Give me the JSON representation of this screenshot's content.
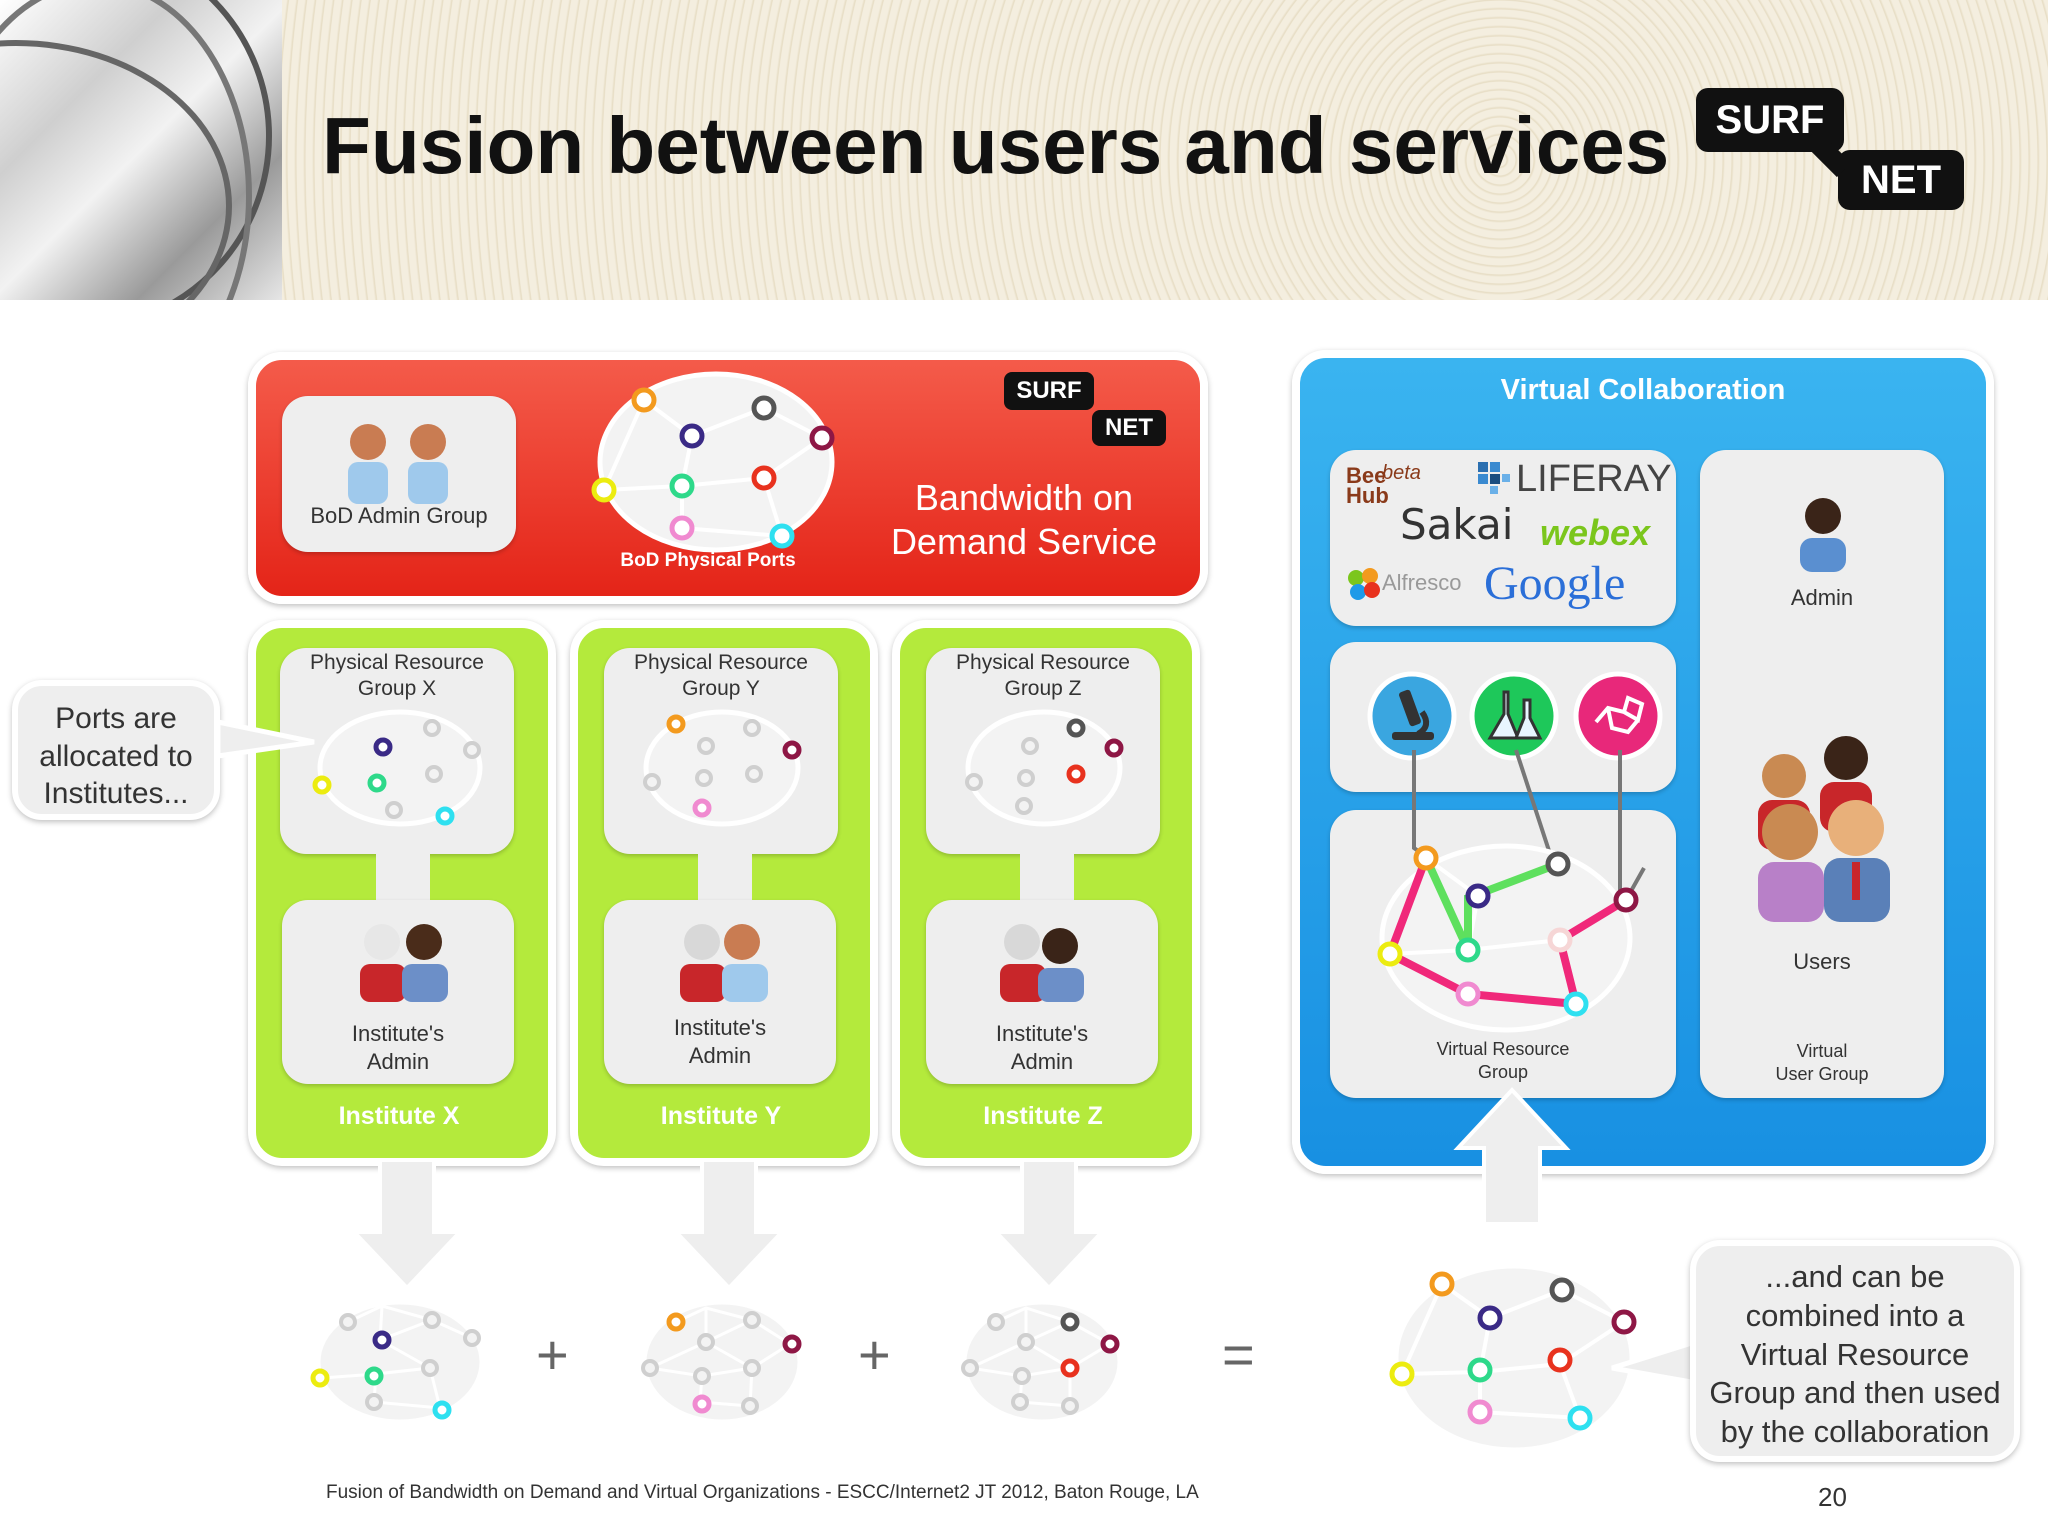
{
  "slide": {
    "title": "Fusion between users and services",
    "footer": "Fusion of Bandwidth on Demand and Virtual Organizations - ESCC/Internet2 JT 2012, Baton Rouge, LA",
    "page_number": "20"
  },
  "logo": {
    "top": "SURF",
    "bottom": "NET"
  },
  "bod": {
    "admin_group": "BoD Admin Group",
    "physical_ports": "BoD Physical Ports",
    "service_line1": "Bandwidth on",
    "service_line2": "Demand Service",
    "color": "#f2322a"
  },
  "institutes": [
    {
      "group_line1": "Physical Resource",
      "group_line2": "Group X",
      "admin_line1": "Institute's",
      "admin_line2": "Admin",
      "name": "Institute X"
    },
    {
      "group_line1": "Physical Resource",
      "group_line2": "Group Y",
      "admin_line1": "Institute's",
      "admin_line2": "Admin",
      "name": "Institute Y"
    },
    {
      "group_line1": "Physical Resource",
      "group_line2": "Group Z",
      "admin_line1": "Institute's",
      "admin_line2": "Admin",
      "name": "Institute Z"
    }
  ],
  "callout_left": {
    "line1": "Ports are",
    "line2": "allocated to",
    "line3": "Institutes..."
  },
  "callout_right": {
    "line1": "...and can be",
    "line2": "combined into a",
    "line3": "Virtual Resource",
    "line4": "Group and then used",
    "line5": "by the collaboration"
  },
  "virtual": {
    "title": "Virtual Collaboration",
    "apps": {
      "beehub": "Bee Hub",
      "beta": "beta",
      "liferay": "LIFERAY",
      "sakai": "Sakai",
      "webex": "webex",
      "alfresco": "Alfresco",
      "google": "Google"
    },
    "resource_group_line1": "Virtual Resource",
    "resource_group_line2": "Group",
    "admin": "Admin",
    "users": "Users",
    "user_group_line1": "Virtual",
    "user_group_line2": "User Group",
    "color": "#1e9ae8"
  },
  "operators": {
    "plus": "+",
    "equals": "="
  },
  "port_colors": {
    "orange": "#f39a1e",
    "navy": "#3a2a86",
    "gray": "#555555",
    "maroon": "#8e1745",
    "red": "#e8321e",
    "yellow": "#ecec10",
    "green": "#2ed98a",
    "pink": "#f08ad0",
    "cyan": "#2ee0f0"
  },
  "green_panel": "#b4ea3c"
}
